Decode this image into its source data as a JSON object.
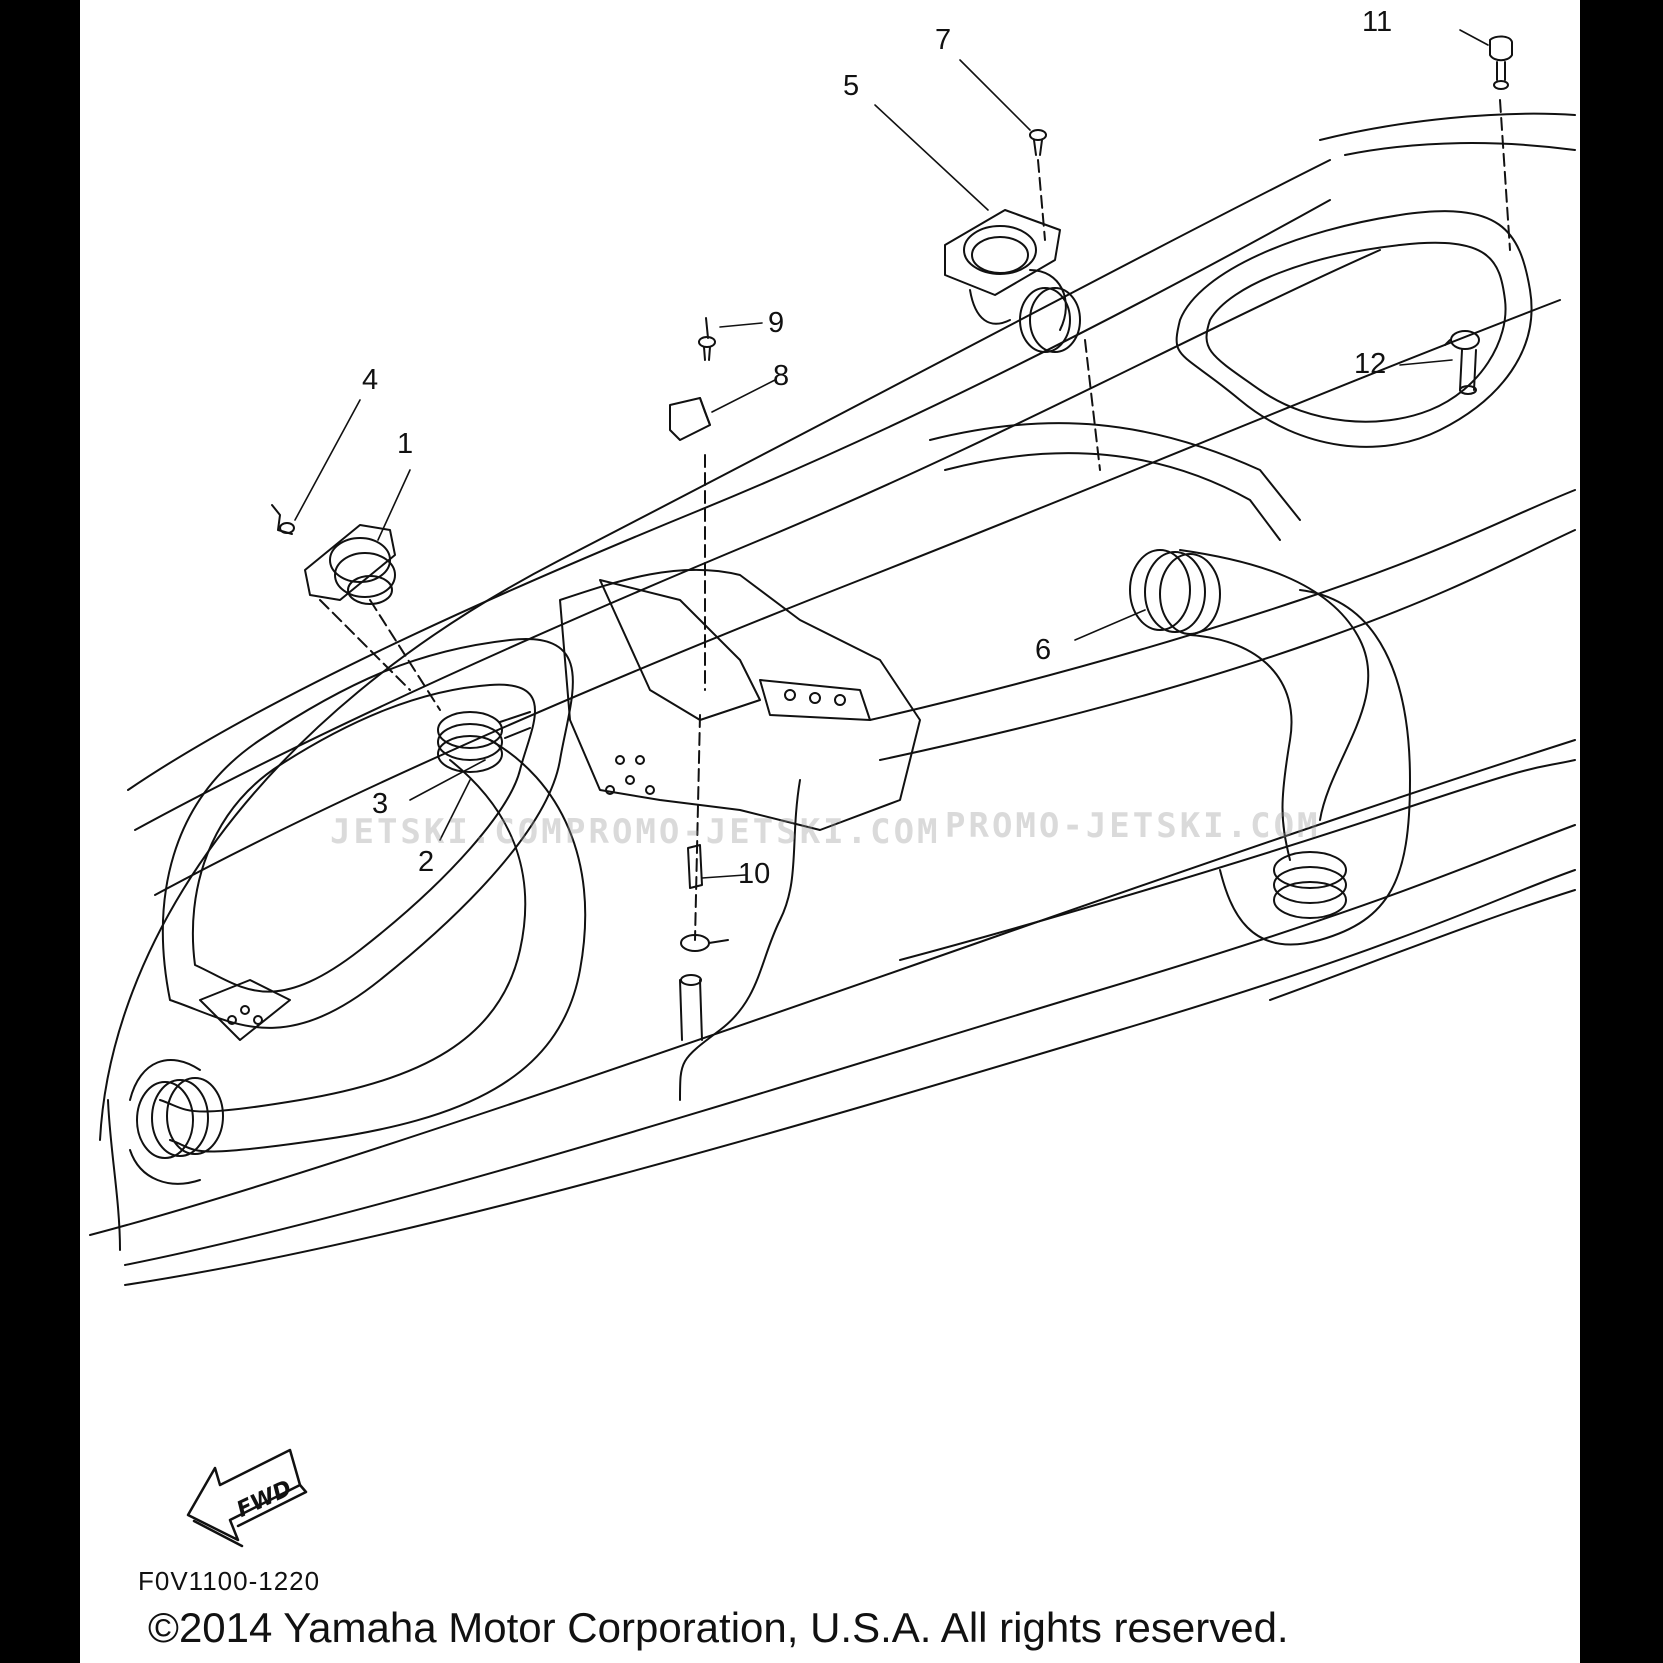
{
  "callouts": [
    "1",
    "2",
    "3",
    "4",
    "5",
    "6",
    "7",
    "8",
    "9",
    "10",
    "11",
    "12"
  ],
  "watermarks": [
    "JETSKI.COM",
    "PROMO-JETSKI.COM",
    "PROMO-JETSKI.COM"
  ],
  "fwd_label": "FWD",
  "drawing_code": "F0V1100-1220",
  "copyright": "©2014 Yamaha Motor Corporation, U.S.A. All rights reserved."
}
